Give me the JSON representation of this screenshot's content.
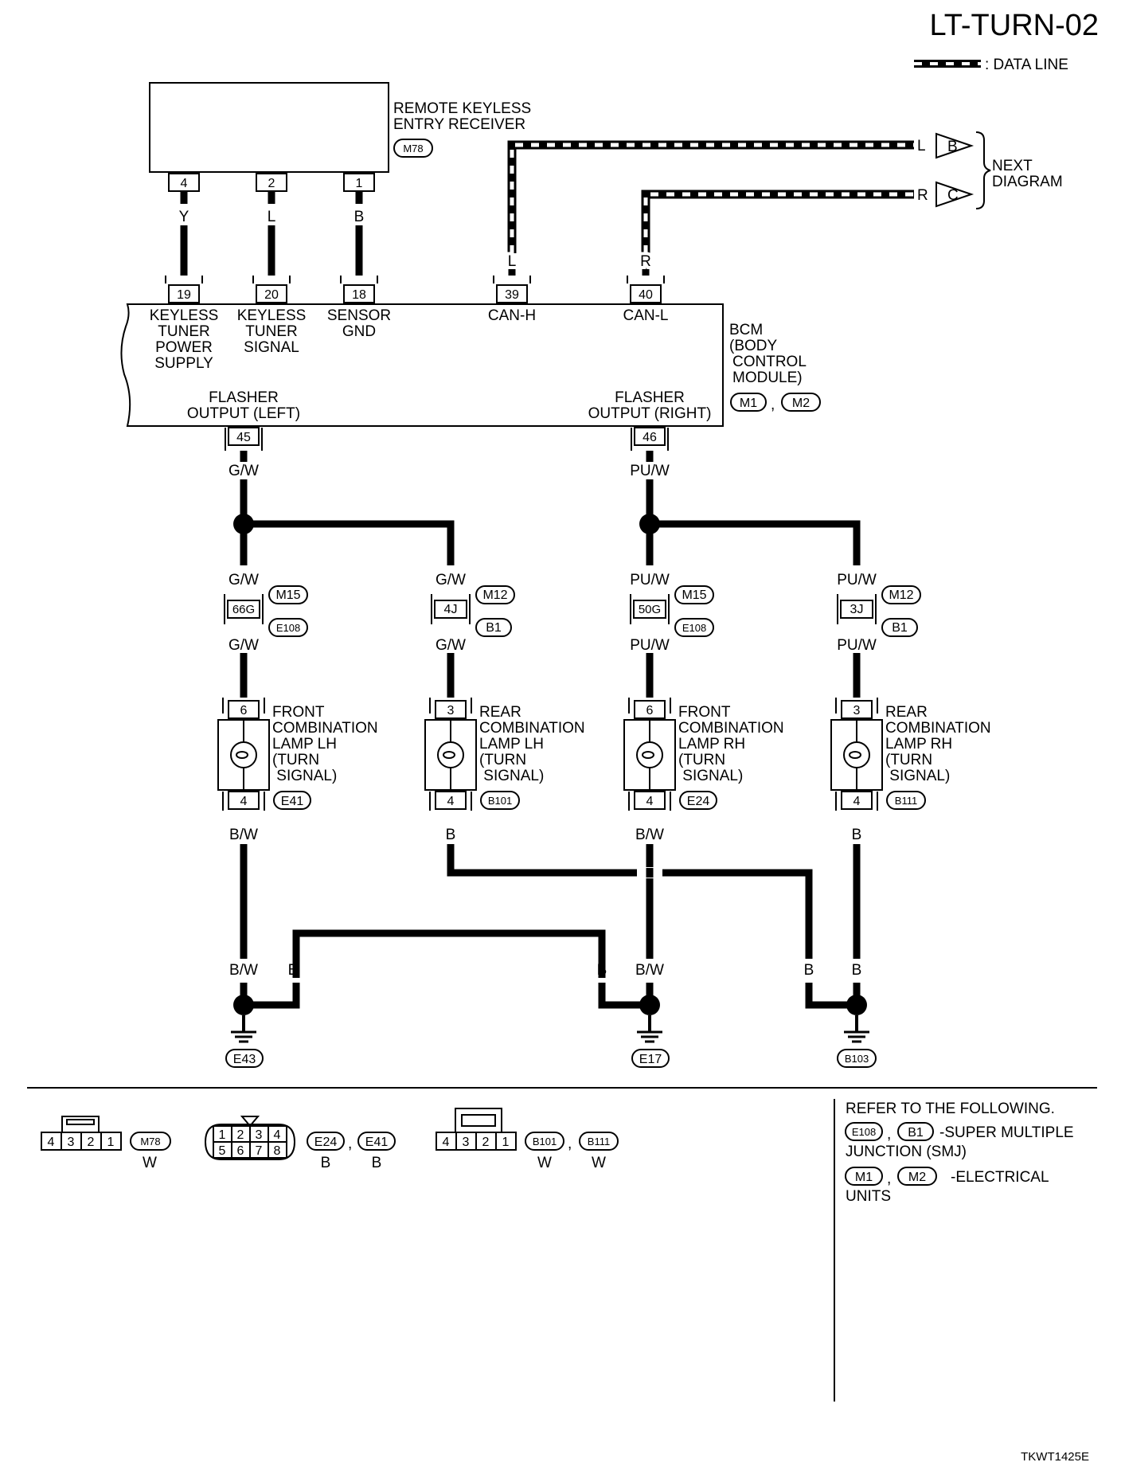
{
  "title": "LT-TURN-02",
  "legend": {
    "data_line": ": DATA LINE"
  },
  "rke": {
    "name_line1": "REMOTE KEYLESS",
    "name_line2": "ENTRY RECEIVER",
    "connector": "M78",
    "pins": [
      "4",
      "2",
      "1"
    ],
    "wires": [
      "Y",
      "L",
      "B"
    ]
  },
  "can": {
    "l_wire": "L",
    "r_wire": "R",
    "next_b": "B",
    "next_c": "C",
    "next_line1": "NEXT",
    "next_line2": "DIAGRAM"
  },
  "bcm": {
    "pins_top": [
      "19",
      "20",
      "18",
      "39",
      "40"
    ],
    "pin19_label": [
      "KEYLESS",
      "TUNER",
      "POWER",
      "SUPPLY"
    ],
    "pin20_label": [
      "KEYLESS",
      "TUNER",
      "SIGNAL"
    ],
    "pin18_label": [
      "SENSOR",
      "GND"
    ],
    "pin39_label": "CAN-H",
    "pin40_label": "CAN-L",
    "name": [
      "BCM",
      "(BODY",
      "CONTROL",
      "MODULE)"
    ],
    "connectors": [
      "M1",
      "M2"
    ],
    "flasher_left": [
      "FLASHER",
      "OUTPUT (LEFT)"
    ],
    "flasher_right": [
      "FLASHER",
      "OUTPUT (RIGHT)"
    ],
    "pin45": "45",
    "pin46": "46"
  },
  "wires": {
    "gw": "G/W",
    "puw": "PU/W",
    "bw": "B/W",
    "b": "B"
  },
  "junctions": {
    "j1": {
      "pin": "66G",
      "top": "M15",
      "bottom": "E108"
    },
    "j2": {
      "pin": "4J",
      "top": "M12",
      "bottom": "B1"
    },
    "j3": {
      "pin": "50G",
      "top": "M15",
      "bottom": "E108"
    },
    "j4": {
      "pin": "3J",
      "top": "M12",
      "bottom": "B1"
    }
  },
  "lamps": [
    {
      "pin_top": "6",
      "pin_bottom": "4",
      "connector": "E41",
      "label": [
        "FRONT",
        "COMBINATION",
        "LAMP LH",
        "(TURN",
        " SIGNAL)"
      ]
    },
    {
      "pin_top": "3",
      "pin_bottom": "4",
      "connector": "B101",
      "label": [
        "REAR",
        "COMBINATION",
        "LAMP LH",
        "(TURN",
        " SIGNAL)"
      ]
    },
    {
      "pin_top": "6",
      "pin_bottom": "4",
      "connector": "E24",
      "label": [
        "FRONT",
        "COMBINATION",
        "LAMP RH",
        "(TURN",
        " SIGNAL)"
      ]
    },
    {
      "pin_top": "3",
      "pin_bottom": "4",
      "connector": "B111",
      "label": [
        "REAR",
        "COMBINATION",
        "LAMP RH",
        "(TURN",
        " SIGNAL)"
      ]
    }
  ],
  "grounds": [
    "E43",
    "E17",
    "B103"
  ],
  "connector_views": {
    "c1": {
      "pins": [
        "4",
        "3",
        "2",
        "1"
      ],
      "codes": [
        "M78"
      ],
      "colors": [
        "W"
      ]
    },
    "c2": {
      "pins_top": [
        "1",
        "2",
        "3",
        "4"
      ],
      "pins_bottom": [
        "5",
        "6",
        "7",
        "8"
      ],
      "codes": [
        "E24",
        "E41"
      ],
      "colors": [
        "B",
        "B"
      ]
    },
    "c3": {
      "pins": [
        "4",
        "3",
        "2",
        "1"
      ],
      "codes": [
        "B101",
        "B111"
      ],
      "colors": [
        "W",
        "W"
      ]
    }
  },
  "refer": {
    "heading": "REFER TO THE FOLLOWING.",
    "smj_codes": [
      "E108",
      "B1"
    ],
    "smj_text1": "-SUPER MULTIPLE",
    "smj_text2": "JUNCTION (SMJ)",
    "units_codes": [
      "M1",
      "M2"
    ],
    "units_text1": "-ELECTRICAL",
    "units_text2": "UNITS"
  },
  "footer_code": "TKWT1425E",
  "comma": ","
}
